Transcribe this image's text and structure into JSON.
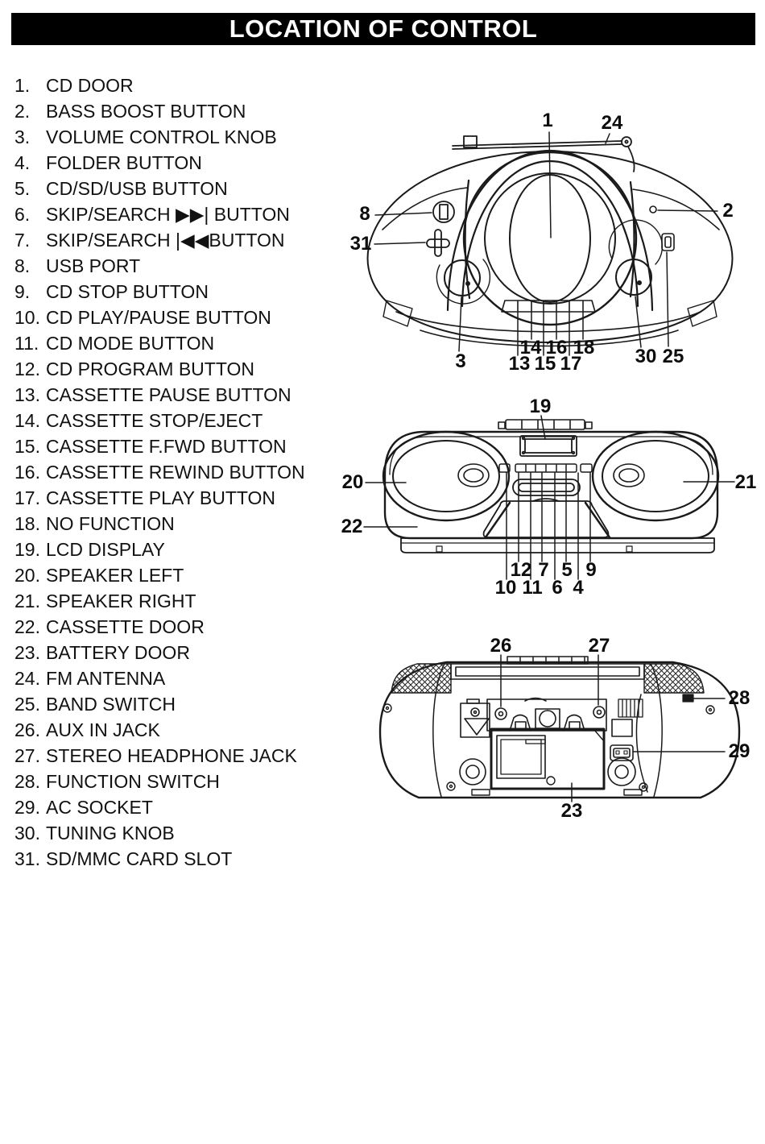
{
  "header": {
    "title": "LOCATION OF CONTROL"
  },
  "list": {
    "items": [
      {
        "num": "1.",
        "label": "CD DOOR"
      },
      {
        "num": "2.",
        "label": "BASS BOOST BUTTON"
      },
      {
        "num": "3.",
        "label": "VOLUME CONTROL KNOB"
      },
      {
        "num": "4.",
        "label": "FOLDER BUTTON"
      },
      {
        "num": "5.",
        "label": "CD/SD/USB BUTTON"
      },
      {
        "num": "6.",
        "label": "SKIP/SEARCH ▶▶| BUTTON"
      },
      {
        "num": "7.",
        "label": "SKIP/SEARCH |◀◀BUTTON"
      },
      {
        "num": "8.",
        "label": "USB PORT"
      },
      {
        "num": "9.",
        "label": "CD STOP BUTTON"
      },
      {
        "num": "10.",
        "label": "CD PLAY/PAUSE BUTTON"
      },
      {
        "num": "11.",
        "label": "CD MODE BUTTON"
      },
      {
        "num": "12.",
        "label": "CD PROGRAM BUTTON"
      },
      {
        "num": "13.",
        "label": "CASSETTE PAUSE BUTTON"
      },
      {
        "num": "14.",
        "label": "CASSETTE STOP/EJECT"
      },
      {
        "num": "15.",
        "label": "CASSETTE F.FWD BUTTON"
      },
      {
        "num": "16.",
        "label": "CASSETTE REWIND BUTTON"
      },
      {
        "num": "17.",
        "label": "CASSETTE PLAY BUTTON"
      },
      {
        "num": "18.",
        "label": "NO FUNCTION"
      },
      {
        "num": "19.",
        "label": "LCD DISPLAY"
      },
      {
        "num": "20.",
        "label": "SPEAKER LEFT"
      },
      {
        "num": "21.",
        "label": "SPEAKER RIGHT"
      },
      {
        "num": "22.",
        "label": "CASSETTE DOOR"
      },
      {
        "num": "23.",
        "label": "BATTERY DOOR"
      },
      {
        "num": "24.",
        "label": "FM ANTENNA"
      },
      {
        "num": "25.",
        "label": "BAND SWITCH"
      },
      {
        "num": "26.",
        "label": "AUX IN JACK"
      },
      {
        "num": "27.",
        "label": "STEREO HEADPHONE JACK"
      },
      {
        "num": "28.",
        "label": "FUNCTION SWITCH"
      },
      {
        "num": "29.",
        "label": "AC SOCKET"
      },
      {
        "num": "30.",
        "label": "TUNING KNOB"
      },
      {
        "num": "31.",
        "label": "SD/MMC CARD SLOT"
      }
    ]
  },
  "diagrams": {
    "top": {
      "callouts": {
        "cd_door": "1",
        "bass_boost_button": "2",
        "volume_control_knob": "3",
        "usb_port": "8",
        "cassette_pause_button": "13",
        "cassette_stop_eject": "14",
        "cassette_ffwd_button": "15",
        "cassette_rewind_button": "16",
        "cassette_play_button": "17",
        "no_function": "18",
        "fm_antenna": "24",
        "band_switch": "25",
        "tuning_knob": "30",
        "sd_mmc_card_slot": "31"
      }
    },
    "front": {
      "callouts": {
        "folder_button": "4",
        "cd_sd_usb_button": "5",
        "skip_search_fwd_button": "6",
        "skip_search_back_button": "7",
        "cd_stop_button": "9",
        "cd_play_pause_button": "10",
        "cd_mode_button": "11",
        "cd_program_button": "12",
        "lcd_display": "19",
        "speaker_left": "20",
        "speaker_right": "21",
        "cassette_door": "22"
      }
    },
    "rear": {
      "callouts": {
        "battery_door": "23",
        "aux_in_jack": "26",
        "stereo_headphone_jack": "27",
        "function_switch": "28",
        "ac_socket": "29"
      }
    }
  },
  "colors": {
    "paper": "#ffffff",
    "ink": "#1a1a1a",
    "header_bg": "#000000",
    "header_text": "#ffffff"
  }
}
